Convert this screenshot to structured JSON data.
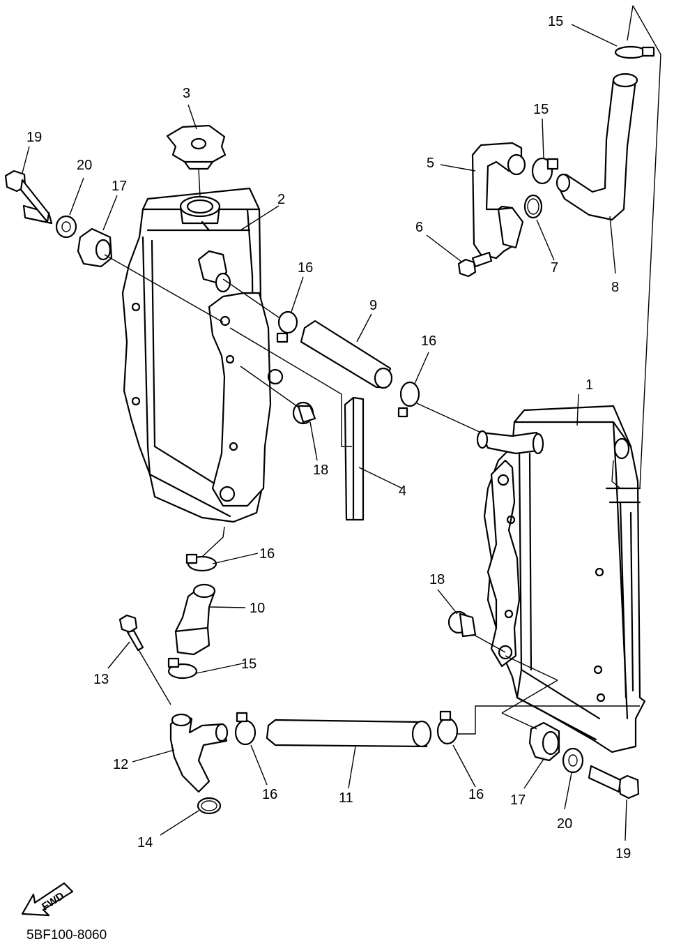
{
  "diagram_code": "5BF100-8060",
  "fwd_label": "FWD",
  "callouts": [
    {
      "id": "c1",
      "text": "1"
    },
    {
      "id": "c2",
      "text": "2"
    },
    {
      "id": "c3",
      "text": "3"
    },
    {
      "id": "c4",
      "text": "4"
    },
    {
      "id": "c5",
      "text": "5"
    },
    {
      "id": "c6",
      "text": "6"
    },
    {
      "id": "c7",
      "text": "7"
    },
    {
      "id": "c8",
      "text": "8"
    },
    {
      "id": "c9",
      "text": "9"
    },
    {
      "id": "c10",
      "text": "10"
    },
    {
      "id": "c11",
      "text": "11"
    },
    {
      "id": "c12",
      "text": "12"
    },
    {
      "id": "c13",
      "text": "13"
    },
    {
      "id": "c14",
      "text": "14"
    },
    {
      "id": "c15a",
      "text": "15"
    },
    {
      "id": "c15b",
      "text": "15"
    },
    {
      "id": "c15c",
      "text": "15"
    },
    {
      "id": "c16a",
      "text": "16"
    },
    {
      "id": "c16b",
      "text": "16"
    },
    {
      "id": "c16c",
      "text": "16"
    },
    {
      "id": "c16d",
      "text": "16"
    },
    {
      "id": "c16e",
      "text": "16"
    },
    {
      "id": "c17a",
      "text": "17"
    },
    {
      "id": "c17b",
      "text": "17"
    },
    {
      "id": "c18a",
      "text": "18"
    },
    {
      "id": "c18b",
      "text": "18"
    },
    {
      "id": "c19a",
      "text": "19"
    },
    {
      "id": "c19b",
      "text": "19"
    },
    {
      "id": "c20a",
      "text": "20"
    },
    {
      "id": "c20b",
      "text": "20"
    }
  ]
}
